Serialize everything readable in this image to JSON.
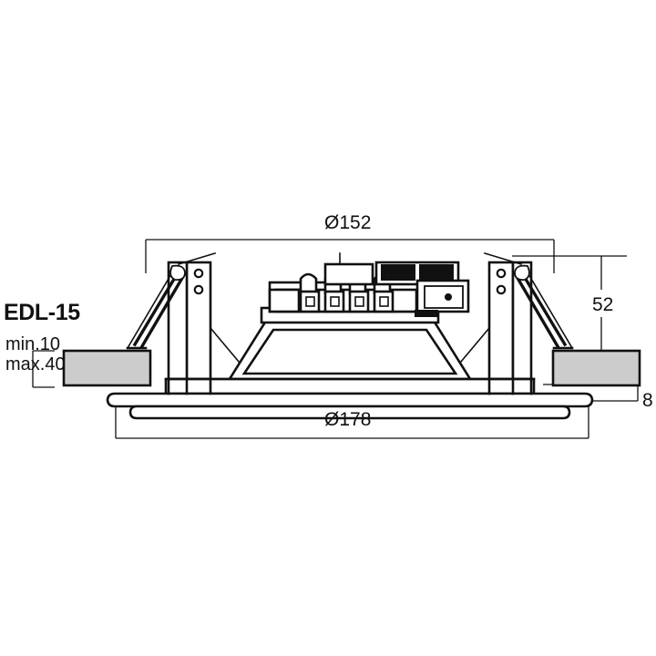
{
  "drawing": {
    "model": "EDL-15",
    "type": "technical-dimension-drawing",
    "subject": "flush-mount ceiling speaker cross-section",
    "units": "mm",
    "dimensions": {
      "outer_diameter": "Ø152",
      "cutout_diameter": "Ø178",
      "mounting_depth": "52",
      "flange_thickness": "8",
      "ceiling_min": "min.10",
      "ceiling_max": "max.40"
    },
    "colors": {
      "line": "#111111",
      "background": "#ffffff",
      "ceiling_fill": "#cccccc",
      "fill_white": "#ffffff"
    }
  }
}
